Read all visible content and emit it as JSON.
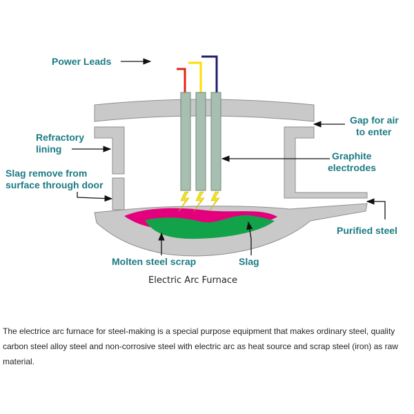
{
  "diagram": {
    "labels": {
      "power_leads": "Power Leads",
      "refractory_line1": "Refractory",
      "refractory_line2": "lining",
      "slag_remove_line1": "Slag remove from",
      "slag_remove_line2": "surface through door",
      "gap_line1": "Gap for air",
      "gap_line2": "to enter",
      "graphite_line1": "Graphite",
      "graphite_line2": "electrodes",
      "purified_steel": "Purified steel",
      "molten_scrap": "Molten steel scrap",
      "slag": "Slag"
    },
    "title": "Electric Arc Furnace",
    "colors": {
      "label": "#1b7a83",
      "furnace_gray": "#c9c9c9",
      "electrode": "#a7bfb0",
      "slag_magenta": "#e4007c",
      "molten_green": "#12a24a",
      "arc_yellow": "#f5e51c",
      "lead_red": "#e2231a",
      "lead_yellow": "#ffdd00",
      "lead_navy": "#1f1c6b"
    }
  },
  "caption": "The electrice arc furnace for steel-making is a special purpose equipment that makes ordinary steel, quality carbon steel alloy steel and non-corrosive steel with electric arc as heat source and scrap steel (iron) as raw material."
}
